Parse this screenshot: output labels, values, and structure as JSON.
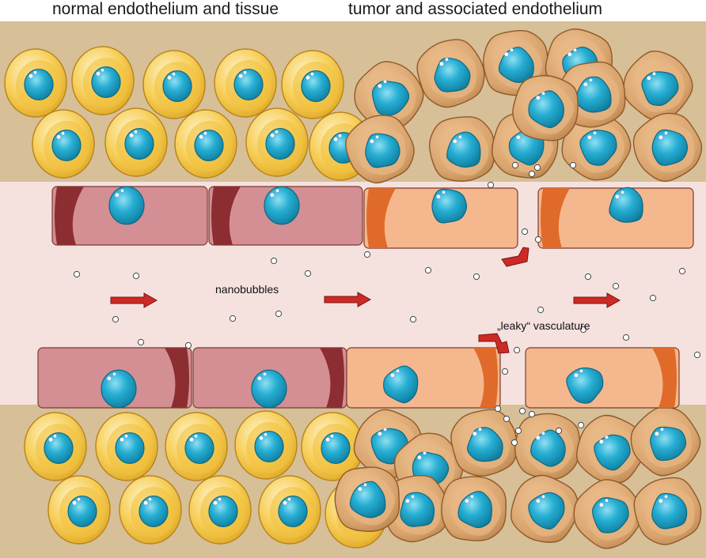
{
  "titles": {
    "left": "normal endothelium and tissue",
    "right": "tumor and associated endothelium"
  },
  "labels": {
    "nanobubbles": "nanobubbles",
    "leaky": "„leaky“ vasculature"
  },
  "colors": {
    "tissue_bg": "#d7bf98",
    "vessel_lumen": "#f5e2df",
    "normal_cell": "#f3c344",
    "normal_endothelium": "#d48f94",
    "tumor_cell": "#d9a56f",
    "tumor_endothelium": "#f5b88e",
    "nucleus": "#1f9ec4",
    "arrow": "#cc2a26"
  }
}
